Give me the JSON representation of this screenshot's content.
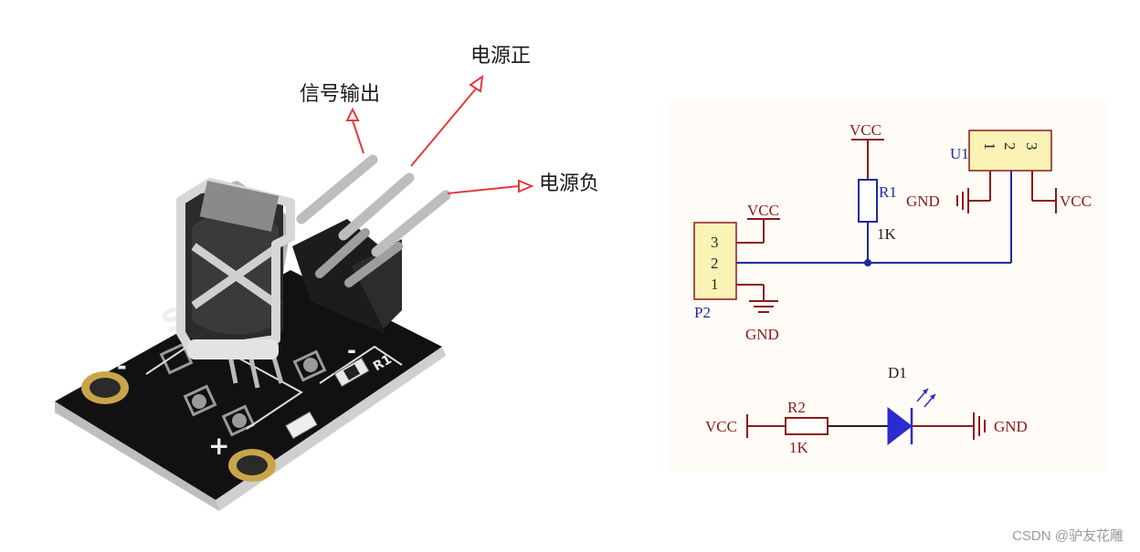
{
  "photo_labels": {
    "signal_out": "信号输出",
    "power_pos": "电源正",
    "power_neg": "电源负",
    "silk_s": "S",
    "silk_minus": "-",
    "silk_plus": "+",
    "silk_r1": "R1"
  },
  "schematic": {
    "u1": "U1",
    "u1_pins": [
      "1",
      "2",
      "3"
    ],
    "r1": "R1",
    "r1_value": "1K",
    "r2": "R2",
    "r2_value": "1K",
    "d1": "D1",
    "p2": "P2",
    "p2_pins": [
      "3",
      "2",
      "1"
    ],
    "vcc": "VCC",
    "gnd": "GND"
  },
  "colors": {
    "arrow": "#e33b3b",
    "wire": "#1f2a9a",
    "symbol": "#8b1a1a",
    "component_fill": "#fbf3b6",
    "led": "#2b2bd0",
    "schematic_bg": "#fffbf6"
  },
  "watermark": "CSDN @驴友花雕"
}
